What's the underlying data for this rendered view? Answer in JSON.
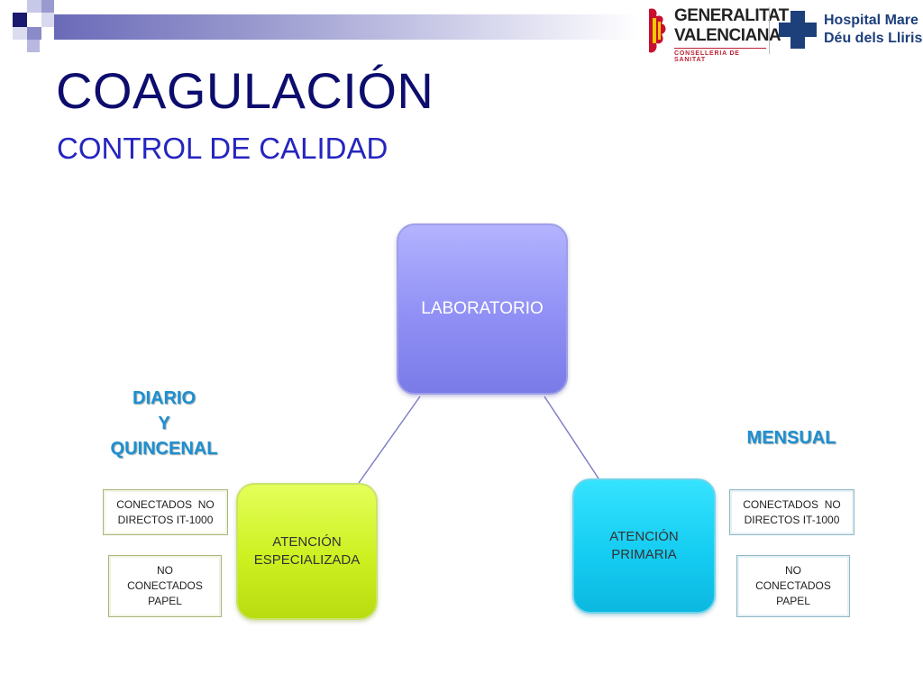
{
  "slide": {
    "title": "COAGULACIÓN",
    "subtitle": "CONTROL DE CALIDAD"
  },
  "logos": {
    "generalitat": {
      "line1": "GENERALITAT",
      "line2": "VALENCIANA",
      "line3": "CONSELLERIA DE SANITAT"
    },
    "hospital": {
      "line1": "Hospital Mare de",
      "line2": "Déu dels Lliris"
    }
  },
  "diagram": {
    "root": {
      "label": "LABORATORIO",
      "color": "#9a9af5"
    },
    "left": {
      "label": "ATENCIÓN ESPECIALIZADA",
      "color": "#ccf020",
      "frequency": [
        "DIARIO",
        "Y",
        "QUINCENAL"
      ],
      "tags": [
        "CONECTADOS  NO DIRECTOS IT-1000",
        "NO CONECTADOS PAPEL"
      ]
    },
    "right": {
      "label": "ATENCIÓN PRIMARIA",
      "color": "#15cdf2",
      "frequency": [
        "MENSUAL"
      ],
      "tags": [
        "CONECTADOS  NO DIRECTOS IT-1000",
        "NO CONECTADOS PAPEL"
      ]
    }
  },
  "colors": {
    "title": "#0d0d6e",
    "subtitle": "#2525c0",
    "frequency_text": "#1e8fd0",
    "connector": "#8080c8"
  }
}
